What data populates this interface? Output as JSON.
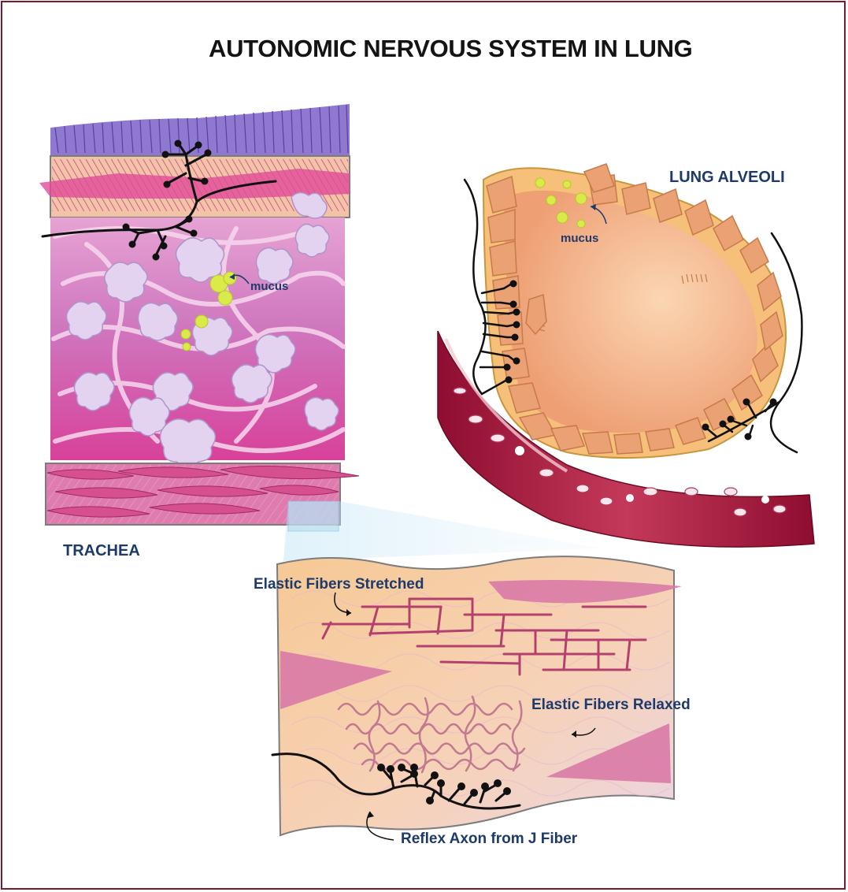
{
  "title": "AUTONOMIC NERVOUS SYSTEM IN LUNG",
  "labels": {
    "trachea": "TRACHEA",
    "lung_alveoli": "LUNG ALVEOLI",
    "mucus_trachea": "mucus",
    "mucus_alveoli": "mucus",
    "elastic_stretched": "Elastic Fibers Stretched",
    "elastic_relaxed": "Elastic Fibers Relaxed",
    "reflex_axon": "Reflex Axon from J Fiber"
  },
  "colors": {
    "border": "#7a1a2a",
    "label_text": "#1d3a6b",
    "title_text": "#141414",
    "nerve": "#111111",
    "mucus": "#d9ea4a",
    "tissue_pink": "#d0559e",
    "cilia": "#7b62c4",
    "alveolus_fill": "#f2b98c",
    "vessel": "#a3163a"
  }
}
